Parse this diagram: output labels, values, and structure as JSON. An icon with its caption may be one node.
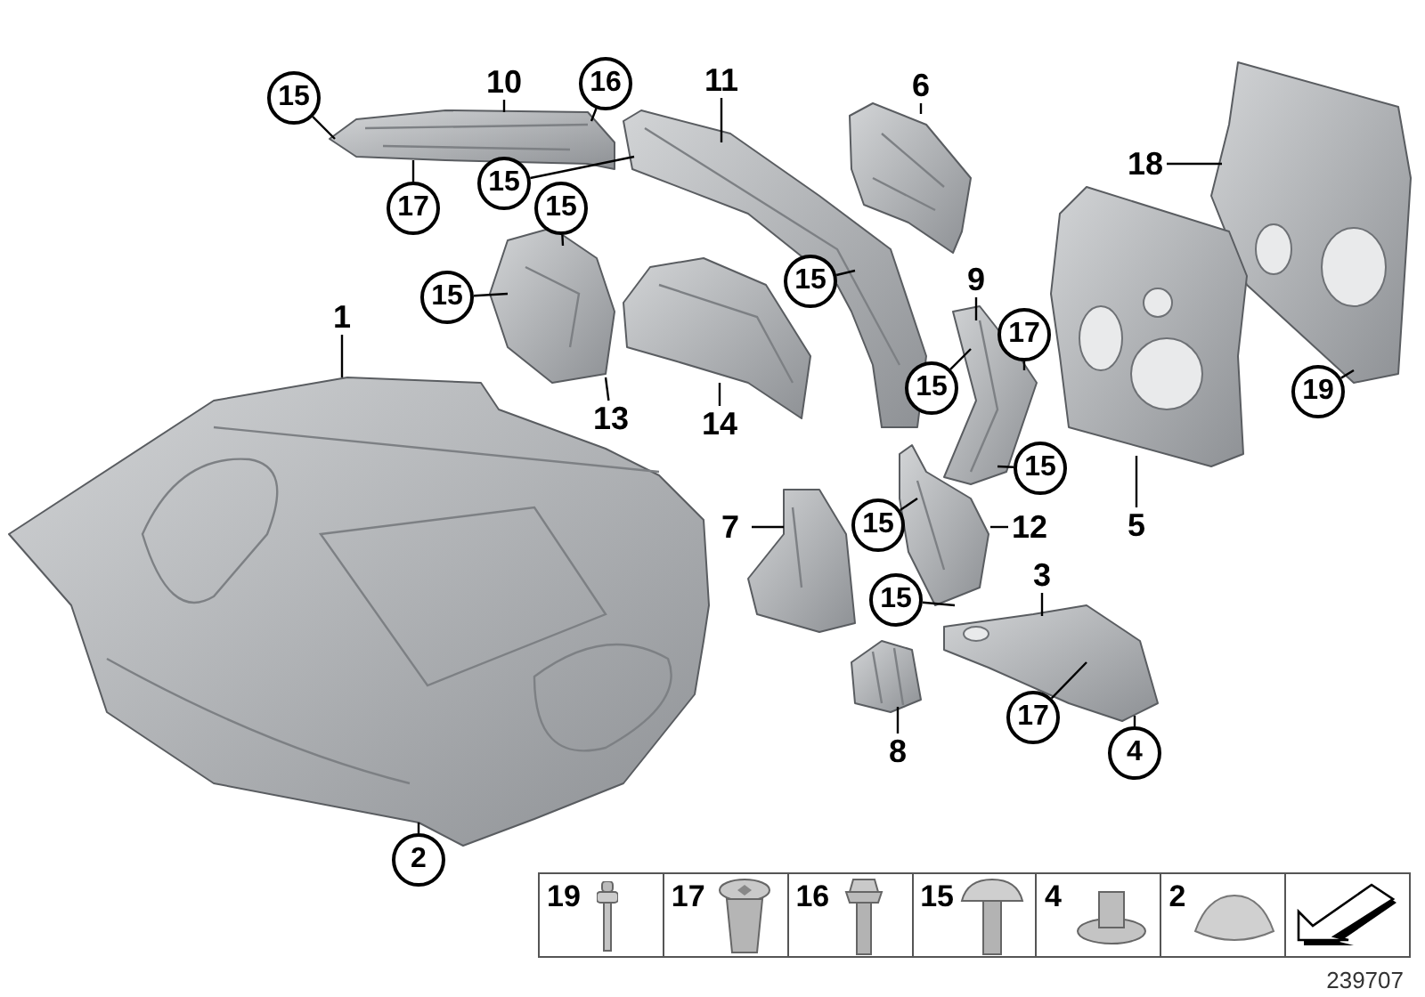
{
  "diagram": {
    "nodes": [
      {
        "text": [],
        "shape": "picture"
      },
      {
        "text": [],
        "shape": "picture"
      },
      {
        "text": [],
        "shape": "picture"
      },
      {
        "text": [],
        "shape": "picture"
      },
      {
        "text": [],
        "shape": "picture"
      },
      {
        "text": [],
        "shape": "picture"
      },
      {
        "text": [],
        "shape": "picture"
      },
      {
        "text": [],
        "shape": "picture"
      },
      {
        "text": [],
        "shape": "picture"
      },
      {
        "text": [],
        "shape": "picture"
      },
      {
        "text": [],
        "shape": "picture"
      },
      {
        "text": [],
        "shape": "picture"
      },
      {
        "text": [],
        "shape": "picture"
      },
      {
        "text": [
          "15"
        ]
      },
      {
        "text": [
          "10"
        ]
      },
      {
        "text": [
          "16"
        ]
      },
      {
        "text": [
          "11"
        ]
      },
      {
        "text": [
          "6"
        ]
      },
      {
        "text": [
          "18"
        ]
      },
      {
        "text": [
          "17"
        ]
      },
      {
        "text": [
          "15"
        ]
      },
      {
        "text": [
          "15"
        ]
      },
      {
        "text": [
          "15"
        ]
      },
      {
        "text": [
          "15"
        ]
      },
      {
        "text": [
          "9"
        ]
      },
      {
        "text": [
          "1"
        ]
      },
      {
        "text": [
          "17"
        ]
      },
      {
        "text": [
          "15"
        ]
      },
      {
        "text": [
          "19"
        ]
      },
      {
        "text": [
          "13"
        ]
      },
      {
        "text": [
          "14"
        ]
      },
      {
        "text": [
          "15"
        ]
      },
      {
        "text": [
          "7"
        ]
      },
      {
        "text": [
          "15"
        ]
      },
      {
        "text": [
          "12"
        ]
      },
      {
        "text": [
          "5"
        ]
      },
      {
        "text": [
          "3"
        ]
      },
      {
        "text": [
          "15"
        ]
      },
      {
        "text": [
          "17"
        ]
      },
      {
        "text": [
          "8"
        ]
      },
      {
        "text": [
          "4"
        ]
      },
      {
        "text": [
          "2"
        ]
      }
    ],
    "edges": [
      {
        "from": 13,
        "to": 0,
        "arrow": "none"
      },
      {
        "from": 14,
        "to": 0,
        "arrow": "none"
      },
      {
        "from": 15,
        "to": 0,
        "arrow": "none"
      },
      {
        "from": 16,
        "to": 1,
        "arrow": "none"
      },
      {
        "from": 17,
        "to": 2,
        "arrow": "none"
      },
      {
        "from": 18,
        "to": 3,
        "arrow": "none"
      },
      {
        "from": 19,
        "to": 0,
        "arrow": "none"
      },
      {
        "from": 20,
        "to": 1,
        "arrow": "none"
      },
      {
        "from": 21,
        "to": 4,
        "arrow": "none"
      },
      {
        "from": 22,
        "to": 4,
        "arrow": "none"
      },
      {
        "from": 23,
        "to": 1,
        "arrow": "none"
      },
      {
        "from": 24,
        "to": 8,
        "arrow": "none"
      },
      {
        "from": 25,
        "to": 6,
        "arrow": "none"
      },
      {
        "from": 26,
        "to": 8,
        "arrow": "none"
      },
      {
        "from": 27,
        "to": 8,
        "arrow": "none"
      },
      {
        "from": 28,
        "to": 3,
        "arrow": "none"
      },
      {
        "from": 29,
        "to": 4,
        "arrow": "none"
      },
      {
        "from": 30,
        "to": 5,
        "arrow": "none"
      },
      {
        "from": 31,
        "to": 8,
        "arrow": "none"
      },
      {
        "from": 32,
        "to": 9,
        "arrow": "none"
      },
      {
        "from": 33,
        "to": 10,
        "arrow": "none"
      },
      {
        "from": 34,
        "to": 10,
        "arrow": "none"
      },
      {
        "from": 35,
        "to": 7,
        "arrow": "none"
      },
      {
        "from": 36,
        "to": 12,
        "arrow": "none"
      },
      {
        "from": 37,
        "to": 10,
        "arrow": "none"
      },
      {
        "from": 38,
        "to": 12,
        "arrow": "none"
      },
      {
        "from": 39,
        "to": 11,
        "arrow": "none"
      },
      {
        "from": 40,
        "to": 12,
        "arrow": "none"
      },
      {
        "from": 41,
        "to": 6,
        "arrow": "none"
      }
    ],
    "labels": [
      "19",
      "17",
      "16",
      "15",
      "4",
      "2",
      "239707"
    ]
  }
}
